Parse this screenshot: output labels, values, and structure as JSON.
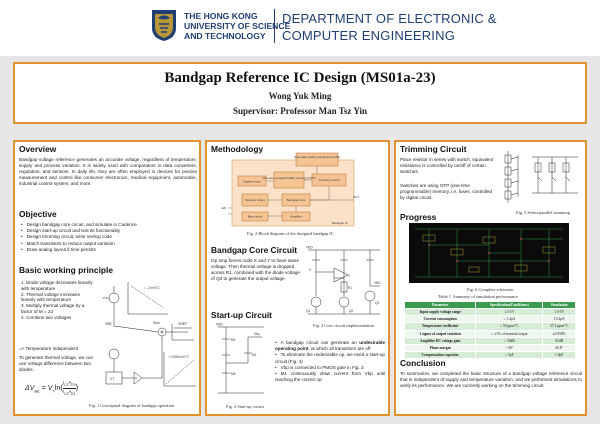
{
  "header": {
    "university_lines": [
      "THE HONG KONG",
      "UNIVERSITY OF SCIENCE",
      "AND TECHNOLOGY"
    ],
    "department_lines": [
      "DEPARTMENT OF ELECTRONIC &",
      "COMPUTER ENGINEERING"
    ],
    "colors": {
      "brand": "#1f3f73",
      "accent": "#e3912f",
      "gold": "#b8963a"
    }
  },
  "title": "Bandgap Reference IC Design (MS01a-23)",
  "author": "Wong Yuk Ming",
  "supervisor": "Supervisor: Professor Man Tsz Yin",
  "overview": {
    "heading": "Overview",
    "text": "Bandgap voltage reference generates an accurate voltage, regardless of temperature, supply and process variation. It is widely used with comparators in data converters, regulators, and sensors. In daily life, they are often employed in devices for precise measurement and control like consumer electronics, medical equipment, automotive, industrial control system, and more."
  },
  "objective": {
    "heading": "Objective",
    "items": [
      "Design bandgap core circuit, and simulate in Cadence",
      "Design start-up circuit and test its functionality",
      "Design trimming circuit, write Verilog code",
      "Match transistors to reduce output variation",
      "Draw analog layout if time permits"
    ]
  },
  "principle": {
    "heading": "Basic working principle",
    "items": [
      "1. Diode voltage decreases linearly with temperature",
      "2. Thermal voltage increases linearly with temperature",
      "3. Multiply thermal voltage by a factor of M = 23",
      "4. Combine two voltages"
    ],
    "result": "=> Temperature independent",
    "note": "To generate thermal voltage, we can use voltage difference between two diodes:",
    "formula": "ΔV_BE = V_T ln(I_C1 A_E2 / I_C2 A_E1)",
    "fig_caption": "Fig. 1 Conceptual diagram of bandgap operation",
    "fig_labels": {
      "vbe_slope": "≈ -2 mV/°C",
      "vt_slope": "≈ 0.085 mV/°C",
      "vref": "VREF",
      "sum": "Sum",
      "vbe": "VBE",
      "vt": "VT",
      "k": "K"
    }
  },
  "methodology": {
    "heading": "Methodology",
    "fig_caption": "Fig. 2 Block diagram of the designed bandgap IC",
    "blocks": [
      "Automatic testing equipment (ATE)",
      "Digital circuit",
      "One-time programmable memory (OTP)",
      "Trimming circuit",
      "Start-up circuit",
      "Bandgap core",
      "Bias circuit",
      "Amplifier"
    ],
    "pins": [
      "EN",
      "OUT",
      "Bandgap IC"
    ]
  },
  "core": {
    "heading": "Bandgap Core Circuit",
    "text": "Op amp forces node X and Y to have same voltage. Then thermal voltage is dropped across R1, combined with the diode voltage of Q3 to generate the output voltage.",
    "fig_caption": "Fig. 3 Core circuit implementation",
    "labels": [
      "VDD",
      "X",
      "Y",
      "R1",
      "Q1",
      "Q2",
      "Q3",
      "VBG"
    ]
  },
  "startup": {
    "heading": "Start-up Circuit",
    "fig_caption": "Fig. 4 Start-up circuit",
    "bullets": [
      "A bandgap circuit can generate an undesirable operating point, at which all transistors are off",
      "To eliminate the undesirable op, we need a start-up circuit (Fig. 4)",
      "Vbp is connected to PMOS gate in Fig. 3",
      "M1 continuously draw current from Vbp until reaching the correct op"
    ],
    "emphasis": "undesirable operating point",
    "labels": [
      "VDD",
      "Vbp",
      "M1",
      "M2",
      "M3"
    ]
  },
  "trimming": {
    "heading": "Trimming Circuit",
    "text1": "Place resistor in series with switch, equivalent resistance is controlled by on/off of certain switches.",
    "text2": "Switches are using OTP (one-time programmable) memory, i.e. fuses, controlled by digital circuit.",
    "fig_caption": "Fig. 5 Series/parallel trimming"
  },
  "progress": {
    "heading": "Progress",
    "fig_caption": "Fig. 6 Complete schematic",
    "table_caption": "Table 1. Summary of simulation performance",
    "table": {
      "headers": [
        "Parameter",
        "Specification(Conditions)",
        "Simulation"
      ],
      "rows": [
        [
          "Input supply voltage range",
          "1.5-5V",
          "1.5-5V"
        ],
        [
          "Current consumption",
          "≤ 1.4μA",
          "13.4μA"
        ],
        [
          "Temperature coefficient",
          "≤ 50 ppm/°C",
          "37.2 ppm/°C"
        ],
        [
          "3 sigma of output variation",
          "≤ ±1% of nominal output",
          "±0.958%"
        ],
        [
          "Amplifier DC voltage gain",
          "> 50dB",
          "85dB"
        ],
        [
          "Phase margin",
          "> 60°",
          "60.8°"
        ],
        [
          "Compensation capacitor",
          "≤ 5pF",
          "1.8pF"
        ]
      ]
    }
  },
  "conclusion": {
    "heading": "Conclusion",
    "text": "To summarize, we completed the basic structure of a bandgap voltage reference circuit that is independent of supply and temperature variation, and we performed simulations to verify its performance. We are currently working on the trimming circuit."
  }
}
